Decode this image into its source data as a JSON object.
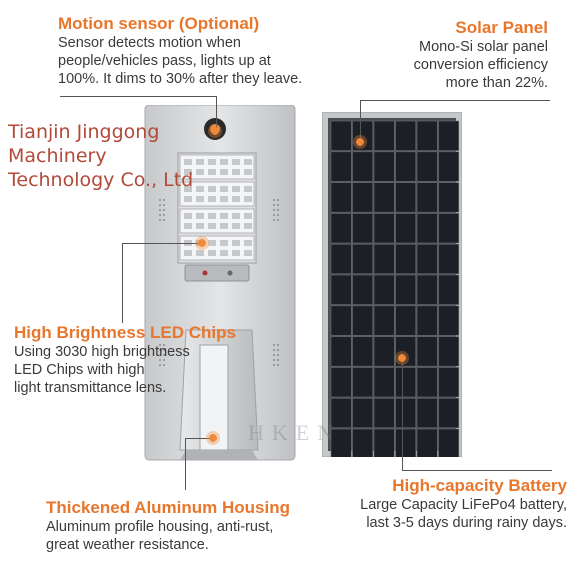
{
  "watermark": {
    "company": [
      "Tianjin Jinggong",
      "Machinery",
      "Technology Co., Ltd"
    ],
    "brand": "HKEN"
  },
  "callouts": {
    "motion_sensor": {
      "title": "Motion sensor (Optional)",
      "lines": [
        "Sensor detects motion when",
        "people/vehicles pass, lights up at",
        "100%. It dims to 30% after they leave."
      ]
    },
    "solar_panel": {
      "title": "Solar Panel",
      "lines": [
        "Mono-Si solar panel",
        "conversion efficiency",
        "more than 22%."
      ]
    },
    "led_chips": {
      "title": "High Brightness LED Chips",
      "lines": [
        "Using 3030 high brightness",
        "LED Chips with high",
        "light transmittance lens."
      ]
    },
    "battery": {
      "title": "High-capacity Battery",
      "lines": [
        "Large Capacity LiFePo4 battery,",
        "last 3-5 days during rainy days."
      ]
    },
    "housing": {
      "title": "Thickened Aluminum Housing",
      "lines": [
        "Aluminum profile housing, anti-rust,",
        "great weather resistance."
      ]
    }
  },
  "colors": {
    "accent": "#e8762c",
    "text": "#3a3a3a",
    "housing": "#d4d6d8",
    "panel_cell": "#1c2026"
  },
  "icons": [
    "callout-dot-icon",
    "motion-sensor-icon"
  ]
}
